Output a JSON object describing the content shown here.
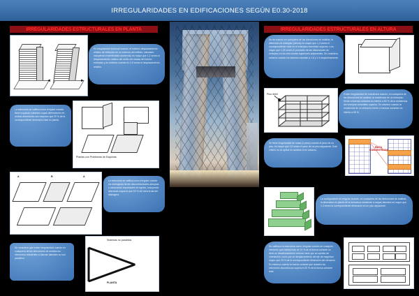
{
  "header": {
    "title": "IRREGULARIDADES EN EDIFICACIONES SEGÚN E0.30-2018"
  },
  "banners": {
    "left": "IRREGULARIDADES ESTRUCTURALES EN PLANTA",
    "right": "IRREGULARIDADES ESTRUCTURALES EN ALTURA"
  },
  "colors": {
    "header_blue": "#3f74ae",
    "banner_red": "#8b0f14",
    "banner_text": "#ff2b2b",
    "callout_blue": "#4c82bc",
    "masa_red": "#c00000",
    "highlight_orange": "#f5a24b"
  },
  "left_column": {
    "torsion": {
      "text": "Es irregularidad torsional cuando, el máximo desplazamiento relativo de entrepiso en un extremo del edificio, calculado incluyendo excentricidad accidental, es mayor que 1,2 veces el desplazamiento relativo del centro de masas del mismo entrepiso y es extremo cuando es 1.5 veces el desplazamiento relativo."
    },
    "esquinas": {
      "text": "La estructura se califica como irregular cuando tiene esquinas entrantes cuyas dimensiones en ambas direcciones son mayores que 20 % de la correspondiente dimensión total en planta.",
      "caption": "Plantas con Problemas de Esquinas"
    },
    "diafragma": {
      "text": "La estructura se califica como irregular cuando los diafragmas tienen discontinuidades abruptas o variaciones importantes en rigidez, incluyendo aberturas mayores que 50 % del área bruta del diafragma.",
      "labels": [
        "A",
        "B",
        "A"
      ]
    },
    "no_paralelos": {
      "text": "Se considera que existe irregularidad cuando en cualquiera de las direcciones de análisis los elementos resistentes a fuerzas laterales no son paralelos.",
      "diagram_title": "Sistemas no paralelos",
      "diagram_caption": "PLANTA"
    }
  },
  "right_column": {
    "rigidez": {
      "text": "Se da cuando en cualquiera de las direcciones de análisis, la distorsión de entrepiso (deriva) es mayor que 1,4 veces el correspondiente valor en el entrepiso inmediato superior, o es mayor que 1,25 veces el promedio de las distorsiones de entrepiso en los tres niveles superiores adyacentes. Se considera extrema cuando los factores cambian a 1.6 y 1.4 respectivamente."
    },
    "resistencia": {
      "text": "Existe irregularidad de resistencia cuando, en cualquiera de las direcciones de análisis, la resistencia de un entrepiso frente a fuerzas cortantes es inferior a 80 % de la resistencia del entrepiso inmediato superior. Es extremo cuando la resistencia de un entrepiso frente a fuerzas cortantes es inferior a 65 %.",
      "diagram_label": "Piso débil"
    },
    "masa": {
      "text": "Se tiene irregularidad de masa (o peso) cuando el peso de un piso, es mayor que 1,5 veces el peso de un piso adyacente. Este criterio no se aplica en azoteas ni en sótanos.",
      "diagram_label": "MASA CONCENTRADA"
    },
    "geometrica": {
      "text": "La configuración es irregular cuando, en cualquiera de las direcciones de análisis, la dimensión en planta de la estructura resistente a cargas laterales es mayor que 1,3 veces la correspondiente dimensión en un piso adyacente."
    },
    "discontinuidad": {
      "text": "Se califica a la estructura como irregular cuando en cualquier elemento que resista más de 10 % de la fuerza cortante se tiene un desalineamiento vertical, tanto por un cambio de orientación, como por un desplazamiento del eje de magnitud mayor que 25 % de la correspondiente dimensión del elemento. Es extrema cuando la fuerza cortante que resisten los elementos discontinuos supera el 25 % de la fuerza cortante total."
    }
  }
}
